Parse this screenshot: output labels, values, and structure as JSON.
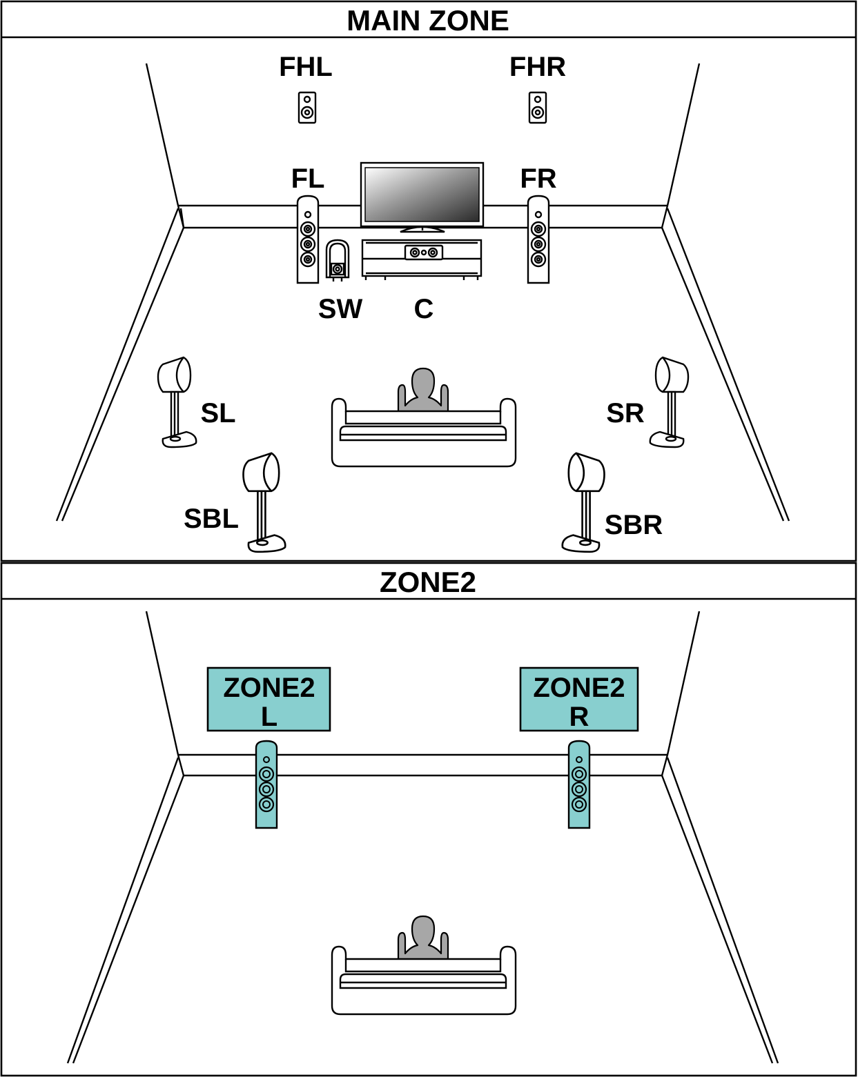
{
  "main_zone": {
    "title": "MAIN ZONE",
    "speakers": {
      "fhl": "FHL",
      "fhr": "FHR",
      "fl": "FL",
      "fr": "FR",
      "sw": "SW",
      "c": "C",
      "sl": "SL",
      "sr": "SR",
      "sbl": "SBL",
      "sbr": "SBR"
    }
  },
  "zone2": {
    "title": "ZONE2",
    "left_label": [
      "ZONE2",
      "L"
    ],
    "right_label": [
      "ZONE2",
      "R"
    ]
  },
  "colors": {
    "zone2_speaker": "#88cfcf",
    "person": "#a7a7a7",
    "line": "#000000"
  }
}
